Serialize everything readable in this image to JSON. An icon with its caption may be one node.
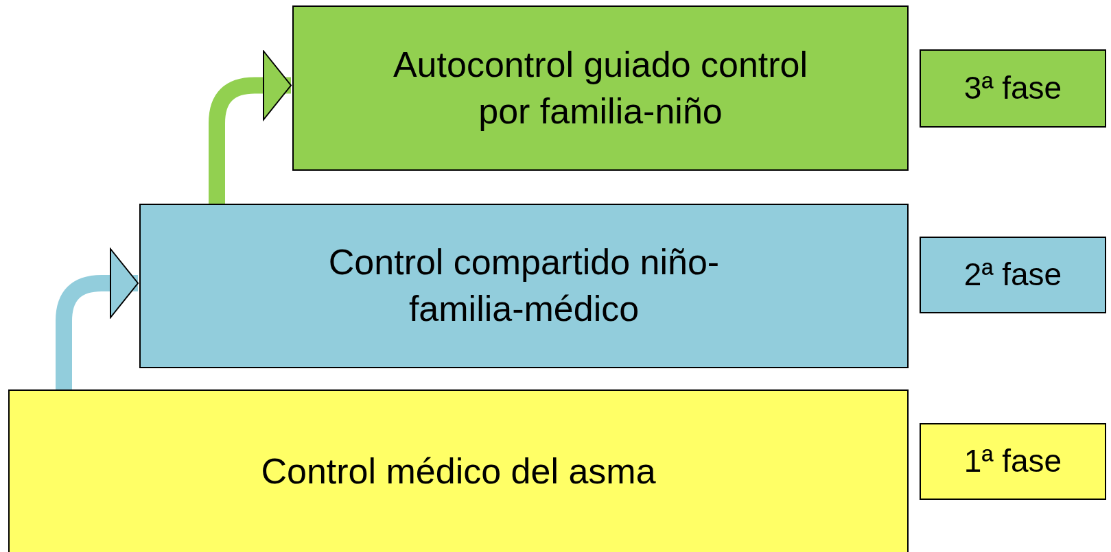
{
  "diagram": {
    "nodes": [
      {
        "text": [
          "Autocontrol guiado control por familia-niño"
        ]
      },
      {
        "text": [
          "3ª fase"
        ]
      },
      {
        "text": [
          "Control compartido niño-familia-médico"
        ]
      },
      {
        "text": [
          "2ª fase"
        ]
      },
      {
        "text": [
          "Control médico del asma"
        ]
      },
      {
        "text": [
          "1ª fase"
        ]
      }
    ],
    "edges": [
      {
        "from": 2,
        "to": 0,
        "arrow": "to",
        "color": "#92d050"
      },
      {
        "from": 4,
        "to": 2,
        "arrow": "to",
        "color": "#92cddc"
      }
    ]
  }
}
